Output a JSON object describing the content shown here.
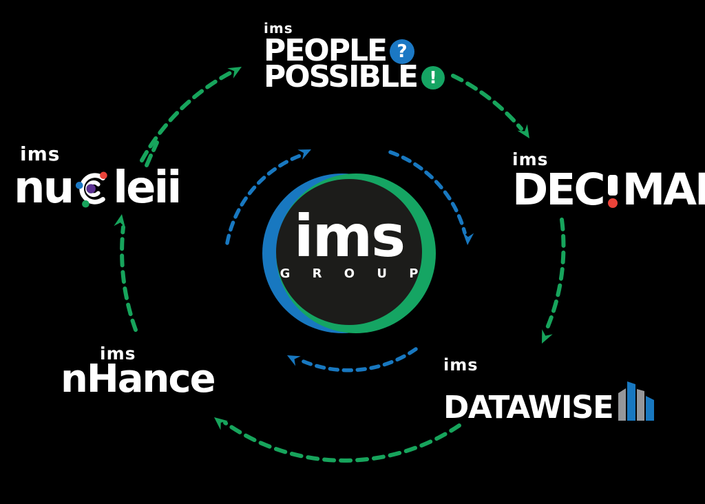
{
  "colors": {
    "background": "#000000",
    "arrow_green": "#17a45c",
    "arrow_blue": "#1878c0",
    "badge_blue": "#1b78c4",
    "badge_green": "#15a563",
    "accent_red": "#ea4339",
    "accent_purple": "#5b3191",
    "accent_blue_dot": "#1b78c4",
    "accent_green_dot": "#17a45c",
    "bar_gray": "#95979a",
    "bar_blue": "#1878c0",
    "logo_black": "#1c1c1a",
    "white": "#ffffff"
  },
  "center_logo": {
    "brand": "ims",
    "subtitle": "G R O U P"
  },
  "logos": {
    "people_possible": {
      "prefix": "ims",
      "line1": "PEOPLE",
      "badge1": "?",
      "line2": "POSSIBLE",
      "badge2": "!"
    },
    "nucleii": {
      "prefix": "ims",
      "name_left": "nu",
      "name_right": "leii",
      "icon": "atom-icon"
    },
    "decimal": {
      "prefix": "ims",
      "name_left": "DEC",
      "name_right": "MAL",
      "mark": "!"
    },
    "datawise": {
      "prefix": "ims",
      "name": "DATAWISE",
      "icon": "building-bars-icon"
    },
    "nhance": {
      "prefix": "ims",
      "name": "nHance",
      "icon": "equalizer-bars-icon"
    }
  },
  "flow": {
    "direction": "clockwise",
    "outer_arrow_count": 5,
    "inner_arrow_count": 3
  }
}
